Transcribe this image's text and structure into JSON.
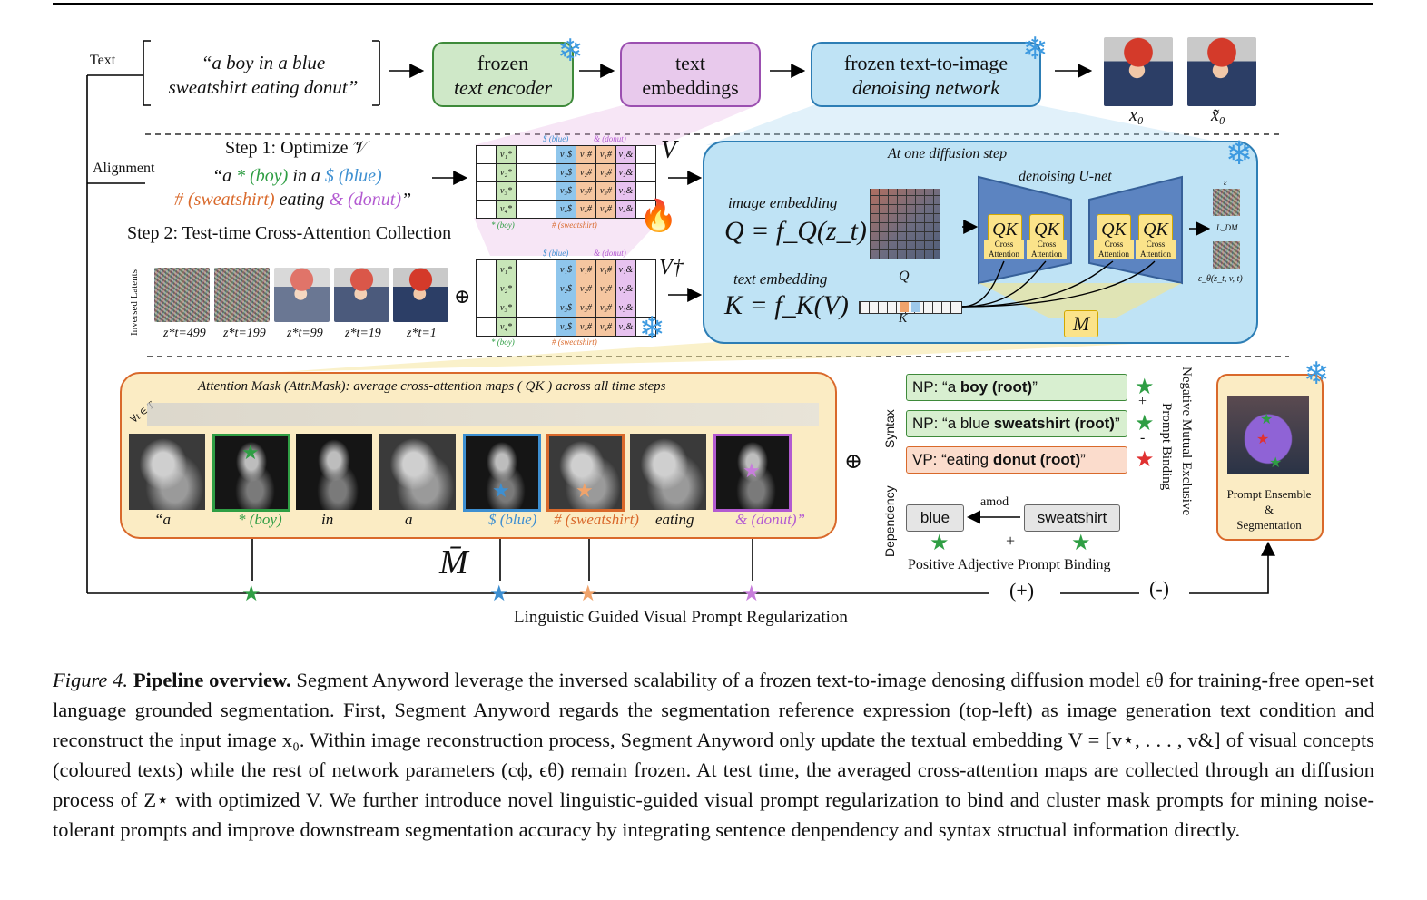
{
  "figure": {
    "row_labels": {
      "text": "Text",
      "alignment": "Alignment"
    },
    "prompt": {
      "line1": "“a boy in a blue",
      "line2": "sweatshirt eating donut”"
    },
    "encoder": {
      "line1": "frozen",
      "line2": "text encoder"
    },
    "embeddings": {
      "line1": "text",
      "line2": "embeddings"
    },
    "denoiser": {
      "line1": "frozen text-to-image",
      "line2": "denoising network"
    },
    "recon_labels": {
      "x0": "x₀",
      "x0_tilde": "x̃₀"
    },
    "step1": {
      "title": "Step 1: Optimize 𝒱",
      "prompt_line1": {
        "open": "“a ",
        "star": "*",
        "boy": "(boy)",
        "mid": " in a ",
        "dollar": "$",
        "blue": "(blue)"
      },
      "prompt_line2": {
        "hash": "#",
        "sweatshirt": "(sweatshirt)",
        "mid": " eating ",
        "amp": "&",
        "donut": "(donut)",
        "close": "”"
      }
    },
    "step2": {
      "title": "Step 2: Test-time Cross-Attention Collection"
    },
    "matrix": {
      "v_label": "V",
      "v_dagger_label": "V†",
      "col_top_labels": [
        "$ (blue)",
        "& (donut)"
      ],
      "col_bottom_labels": [
        "* (boy)",
        "# (sweatshirt)"
      ],
      "star_cells": [
        "v₁*",
        "v₂*",
        "v₃*",
        "v₄*"
      ],
      "dollar_cells": [
        "v₁$",
        "v₂$",
        "v₃$",
        "v₄$"
      ],
      "hash_cells": [
        "v₁#",
        "v₂#",
        "v₃#",
        "v₄#"
      ],
      "amp_cells": [
        "v₁&",
        "v₂&",
        "v₃&",
        "v₄&"
      ]
    },
    "latents": {
      "axis_label": "Inversed Latents",
      "labels": [
        "z*t=499",
        "z*t=199",
        "z*t=99",
        "z*t=19",
        "z*t=1"
      ]
    },
    "oplus": "⊕",
    "diffusion_panel": {
      "title": "At one diffusion step",
      "unet_title": "denoising U-net",
      "image_embedding_label": "image embedding",
      "q_formula": "Q = f_Q(z_t)",
      "text_embedding_label": "text embedding",
      "k_formula": "K = f_K(V)",
      "q_small": "Q",
      "k_small": "K",
      "qk_blocks": [
        "QK",
        "QK",
        "QK",
        "QK"
      ],
      "qk_sub": "Cross Attention",
      "m_label": "M",
      "loss_label": "L_DM",
      "eps_label": "ε",
      "eps_theta_label": "ε_θ(z_t, v, t)"
    },
    "attn_panel": {
      "title_prefix": "Attention Mask (AttnMask): average cross-attention maps",
      "title_qk": "QK",
      "title_suffix": "across all time steps",
      "time_label": "∀t ∈ T",
      "words": [
        "“a",
        "* (boy)",
        "in",
        "a",
        "$ (blue)",
        "# (sweatshirt)",
        "eating",
        "& (donut)”"
      ],
      "m_bar_label": "M̄"
    },
    "syntax": {
      "axis_label": "Syntax",
      "np1": {
        "prefix": "NP: “a ",
        "bold": "boy (root)",
        "suffix": "”"
      },
      "np2": {
        "prefix": "NP: “a blue ",
        "bold": "sweatshirt (root)",
        "suffix": "”"
      },
      "vp": {
        "prefix": "VP: “eating ",
        "bold": "donut (root)",
        "suffix": "”"
      },
      "signs": [
        "+",
        "-"
      ],
      "side_label_1": "Negative Mutual Exclusive",
      "side_label_2": "Prompt Binding"
    },
    "dependency": {
      "axis_label": "Dependency",
      "left_word": "blue",
      "relation": "amod",
      "right_word": "sweatshirt",
      "plus": "+",
      "caption": "Positive Adjective Prompt Binding"
    },
    "ensemble": {
      "line1": "Prompt Ensemble",
      "line2": "&",
      "line3": "Segmentation"
    },
    "bottom": {
      "plus_label": "(+)",
      "minus_label": "(-)",
      "title": "Linguistic Guided Visual Prompt Regularization"
    },
    "colors": {
      "green": "#2f9e44",
      "blue": "#3d8fd1",
      "orange": "#d9692b",
      "purple": "#b35ad1",
      "gold": "#d2a800"
    }
  },
  "caption": {
    "label": "Figure 4.",
    "bold": "Pipeline overview.",
    "text": " Segment Anyword leverage the inversed scalability of a frozen text-to-image denosing diffusion model ϵθ for training-free open-set language grounded segmentation. First, Segment Anyword regards the segmentation reference expression (top-left) as image generation text condition and reconstruct the input image x₀. Within image reconstruction process, Segment Anyword only update the textual embedding V = [v⋆, . . . , v&] of visual concepts (coloured texts) while the rest of network parameters (cϕ, ϵθ) remain frozen. At test time, the averaged cross-attention maps are collected through an diffusion process of Z⋆ with optimized V. We further introduce novel linguistic-guided visual prompt regularization to bind and cluster mask prompts for mining noise-tolerant prompts and improve downstream segmentation accuracy by integrating sentence denpendency and syntax structual information directly."
  }
}
